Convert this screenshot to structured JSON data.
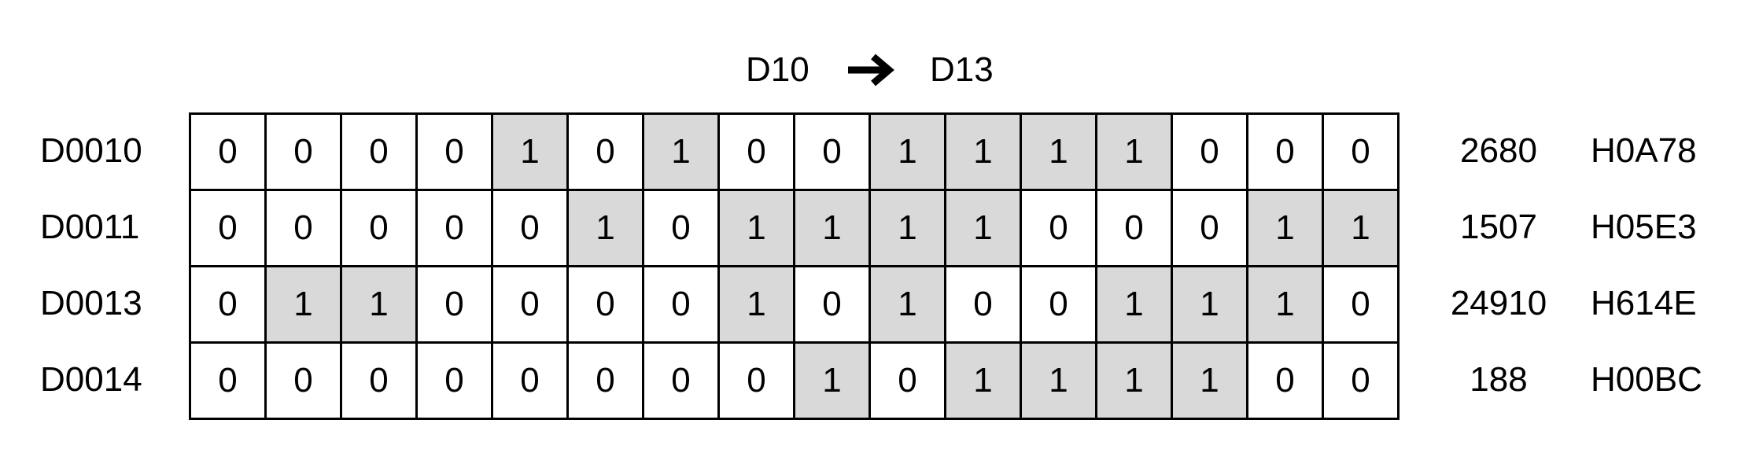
{
  "header": {
    "from": "D10",
    "to": "D13",
    "arrow_icon": "right-arrow-icon"
  },
  "rows": [
    {
      "label": "D0010",
      "bits": [
        0,
        0,
        0,
        0,
        1,
        0,
        1,
        0,
        0,
        1,
        1,
        1,
        1,
        0,
        0,
        0
      ],
      "decimal": "2680",
      "hex": "H0A78"
    },
    {
      "label": "D0011",
      "bits": [
        0,
        0,
        0,
        0,
        0,
        1,
        0,
        1,
        1,
        1,
        1,
        0,
        0,
        0,
        1,
        1
      ],
      "decimal": "1507",
      "hex": "H05E3"
    },
    {
      "label": "D0013",
      "bits": [
        0,
        1,
        1,
        0,
        0,
        0,
        0,
        1,
        0,
        1,
        0,
        0,
        1,
        1,
        1,
        0
      ],
      "decimal": "24910",
      "hex": "H614E"
    },
    {
      "label": "D0014",
      "bits": [
        0,
        0,
        0,
        0,
        0,
        0,
        0,
        0,
        1,
        0,
        1,
        1,
        1,
        1,
        0,
        0
      ],
      "decimal": "188",
      "hex": "H00BC"
    }
  ],
  "colors": {
    "set_bit": "#d9d9d9",
    "border": "#000000"
  }
}
